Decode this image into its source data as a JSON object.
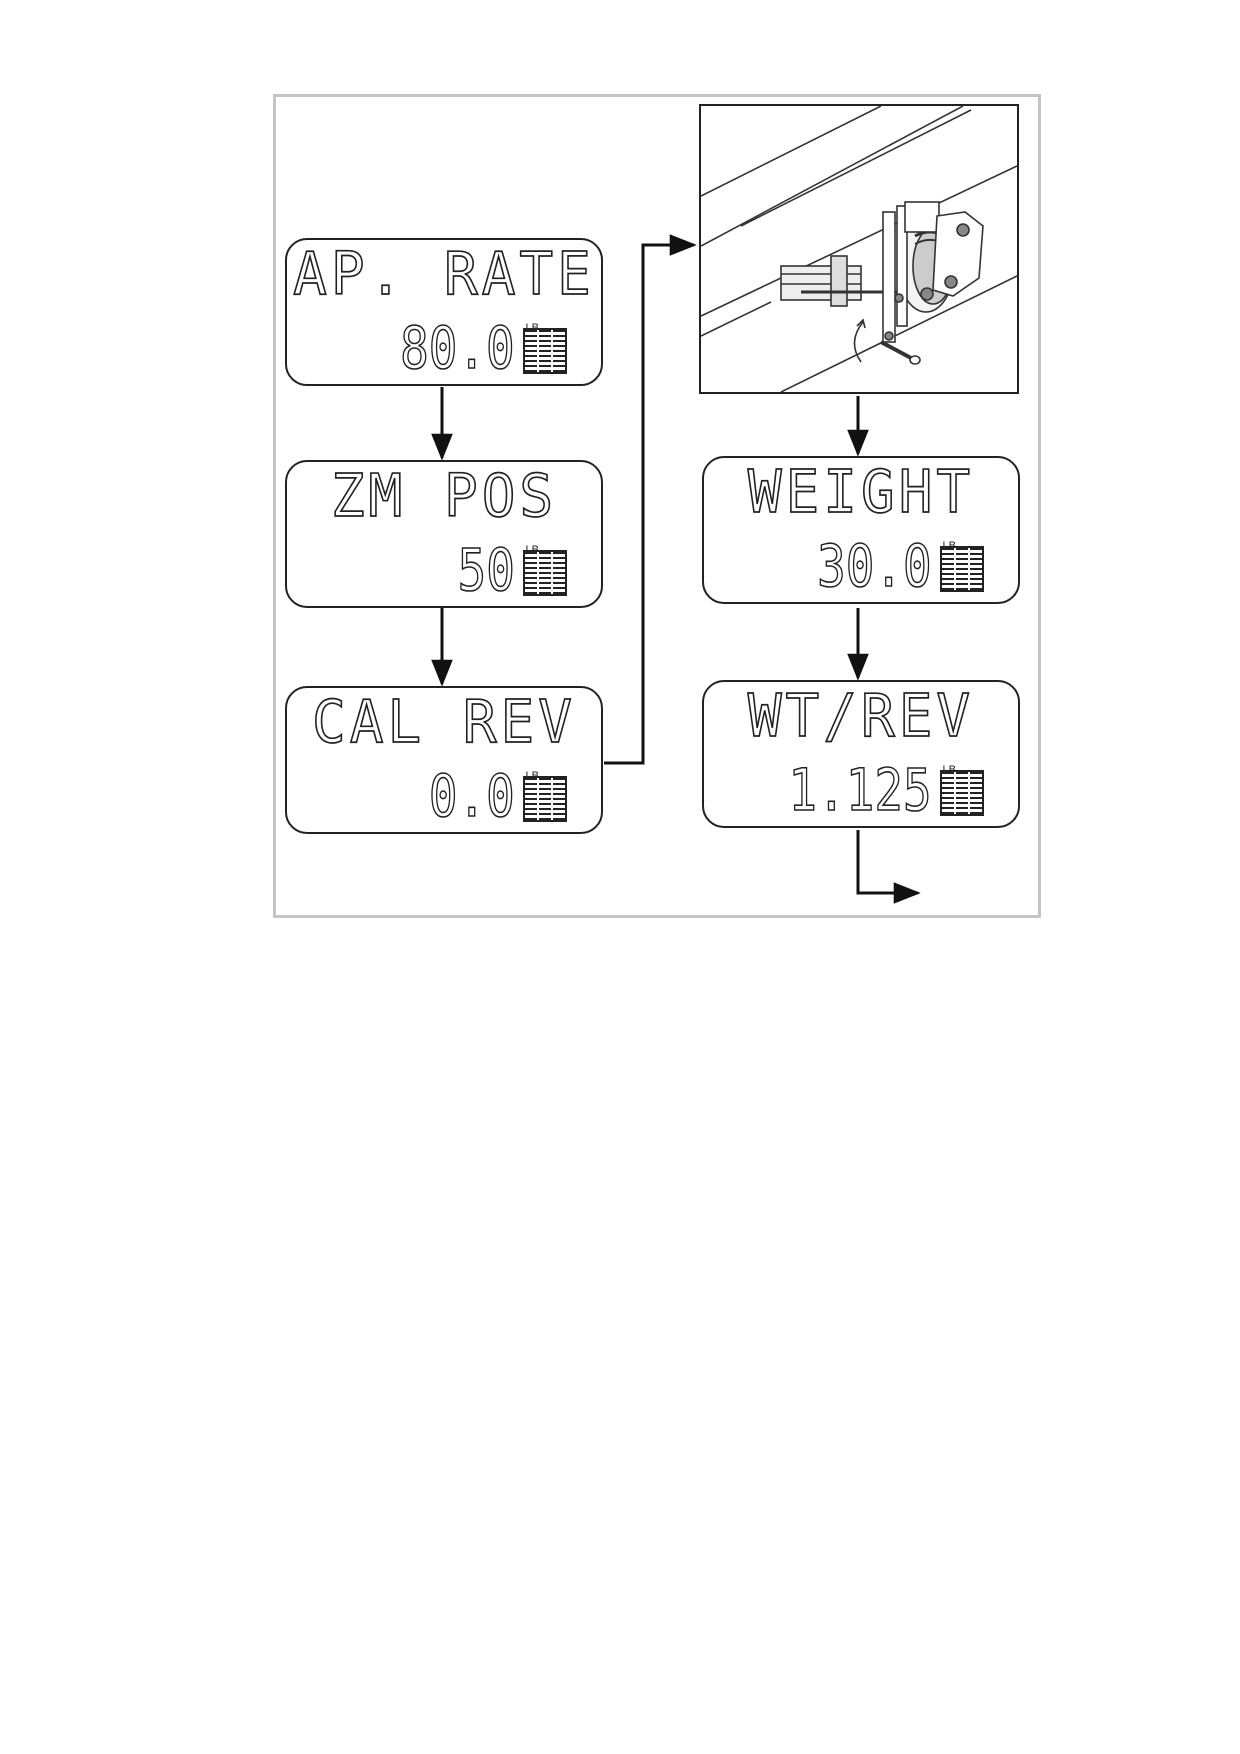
{
  "displays": [
    {
      "id": "ap-rate",
      "title": "AP. RATE",
      "value": "80.0",
      "unit": "LB"
    },
    {
      "id": "zm-pos",
      "title": "ZM POS",
      "value": "50",
      "unit": "LB"
    },
    {
      "id": "cal-rev",
      "title": "CAL REV",
      "value": "0.0",
      "unit": "LB"
    },
    {
      "id": "weight",
      "title": "WEIGHT",
      "value": "30.0",
      "unit": "LB"
    },
    {
      "id": "wt-rev",
      "title": "WT/REV",
      "value": "1.125",
      "unit": "LB"
    }
  ],
  "illustration": {
    "icon": "metering-wheel-assembly-icon"
  }
}
